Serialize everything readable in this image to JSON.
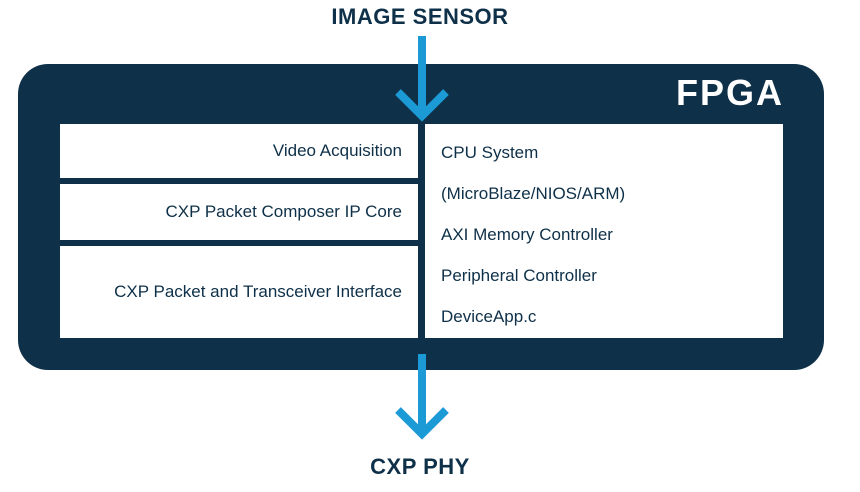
{
  "top_label": "IMAGE SENSOR",
  "bottom_label": "CXP PHY",
  "fpga": {
    "title": "FPGA",
    "left_blocks": [
      "Video Acquisition",
      "CXP Packet Composer IP Core",
      "CXP Packet and Transceiver Interface"
    ],
    "right_lines": [
      "CPU System",
      "(MicroBlaze/NIOS/ARM)",
      "AXI Memory Controller",
      "Peripheral Controller",
      "DeviceApp.c"
    ]
  },
  "colors": {
    "navy": "#0e3048",
    "arrow_blue": "#1b9ad6",
    "white": "#ffffff"
  },
  "icons": [
    "arrow-down-icon"
  ]
}
